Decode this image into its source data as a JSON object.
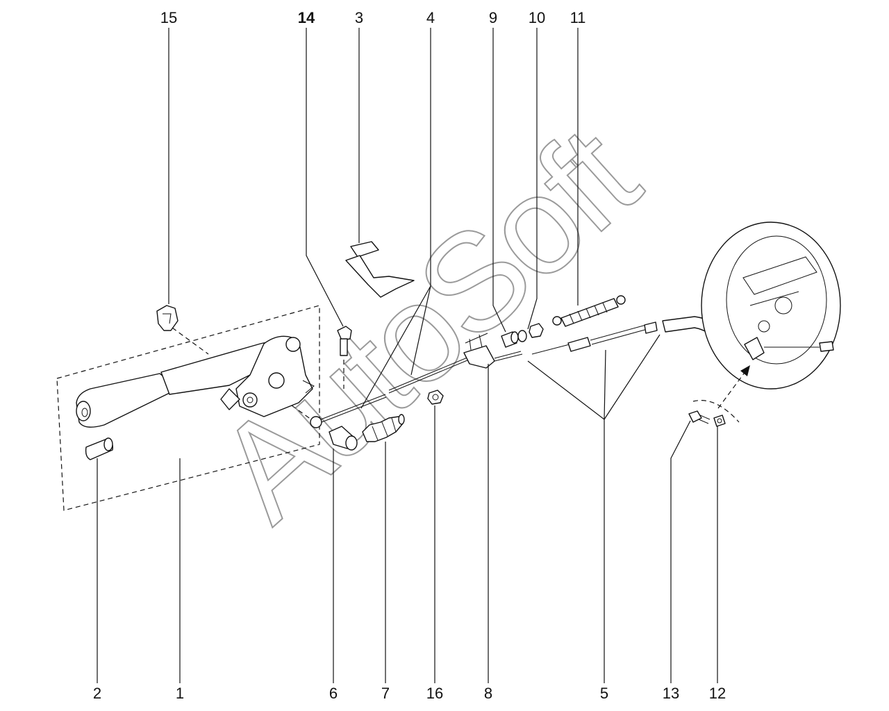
{
  "callouts": {
    "c15": "15",
    "c14": "14",
    "c3": "3",
    "c4": "4",
    "c9": "9",
    "c10": "10",
    "c11": "11",
    "c2": "2",
    "c1": "1",
    "c6": "6",
    "c7": "7",
    "c16": "16",
    "c8": "8",
    "c5": "5",
    "c13": "13",
    "c12": "12"
  },
  "watermark": "AutoSoft",
  "colors": {
    "line": "#111111",
    "watermark": "#9a9a9a",
    "background": "#ffffff"
  }
}
